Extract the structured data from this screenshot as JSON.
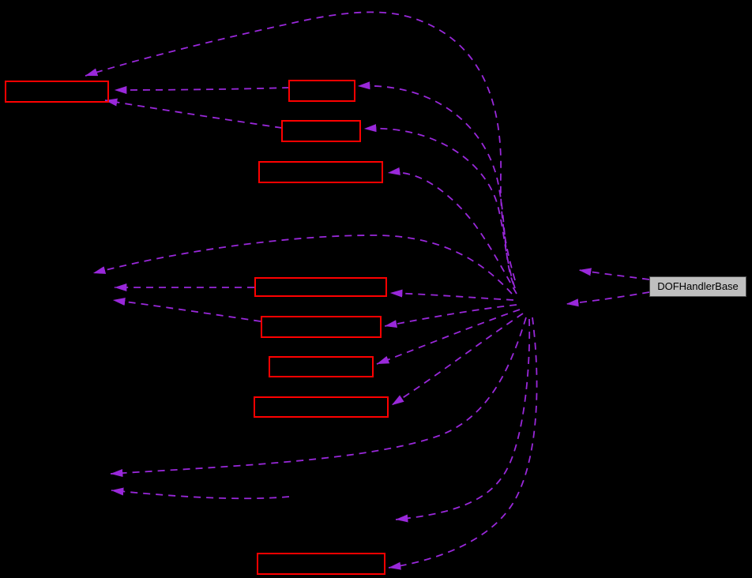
{
  "diagram": {
    "kind": "class-collaboration-graph",
    "colors": {
      "background": "#000000",
      "edge": "#9928da",
      "node_border": "#ff0000",
      "highlight_fill": "#bfbfbf",
      "highlight_border": "#4d4d4d",
      "highlight_text": "#000000"
    },
    "highlight_node": {
      "label": "DOFHandlerBase"
    },
    "nodes": [
      {
        "id": "node-1",
        "label": ""
      },
      {
        "id": "node-2",
        "label": ""
      },
      {
        "id": "node-3",
        "label": ""
      },
      {
        "id": "node-4",
        "label": ""
      },
      {
        "id": "node-5",
        "label": ""
      },
      {
        "id": "node-6",
        "label": ""
      },
      {
        "id": "node-7",
        "label": ""
      },
      {
        "id": "node-8",
        "label": ""
      },
      {
        "id": "node-9",
        "label": ""
      }
    ],
    "edge_style": "dashed-arrow",
    "edge_count": 19
  }
}
